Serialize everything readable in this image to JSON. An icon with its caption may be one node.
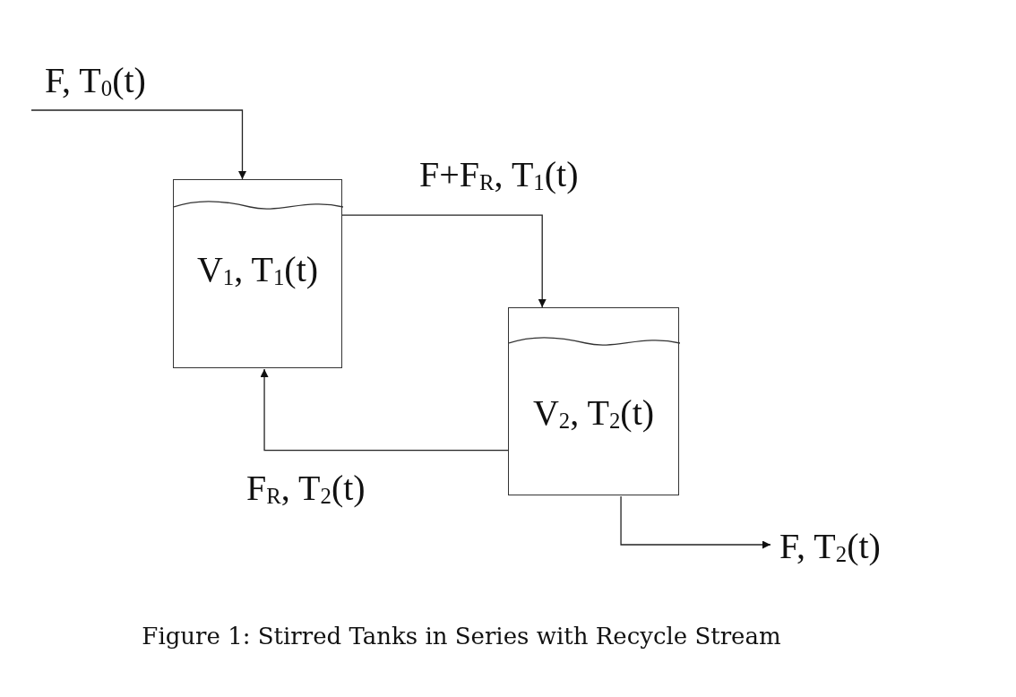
{
  "diagram": {
    "caption": "Figure 1: Stirred Tanks in Series with Recycle Stream",
    "nodes": [
      {
        "text": [
          "V$_{1}$, T$_{1}$(t)"
        ]
      },
      {
        "text": [
          "V$_{2}$, T$_{2}$(t)"
        ]
      }
    ],
    "edges": [
      {
        "from": null,
        "to": 0,
        "arrow": "to",
        "label": "F, T$_{0}$(t)"
      },
      {
        "from": 0,
        "to": 1,
        "arrow": "to",
        "label": "F+F$_{R}$, T$_{1}$(t)"
      },
      {
        "from": 1,
        "to": 0,
        "arrow": "to",
        "label": "F$_{R}$, T$_{2}$(t)"
      },
      {
        "from": 1,
        "to": null,
        "arrow": "to",
        "label": "F, T$_{2}$(t)"
      }
    ]
  }
}
